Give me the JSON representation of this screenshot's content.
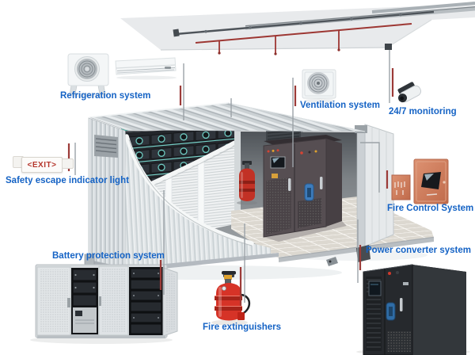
{
  "labels": {
    "refrigeration": "Refrigeration system",
    "ventilation": "Ventilation system",
    "monitoring": "24/7 monitoring",
    "safety_escape": "Safety escape indicator light",
    "battery_protection": "Battery protection system",
    "fire_extinguishers": "Fire extinguishers",
    "fire_control": "Fire Control System",
    "power_converter": "Power converter system"
  },
  "exit_sign": {
    "text": "<EXIT>"
  },
  "colors": {
    "label_blue": "#1563c5",
    "leader_gray": "#9ba2a7",
    "leader_red": "#9c3b38",
    "exit_red": "#b5362c",
    "fire_panel_salmon": "#d08260",
    "extinguisher_red": "#d63327",
    "battery_fan_teal": "#6ecac1",
    "container_white": "#e3e7e9",
    "cabinet_dark": "#26292d"
  }
}
